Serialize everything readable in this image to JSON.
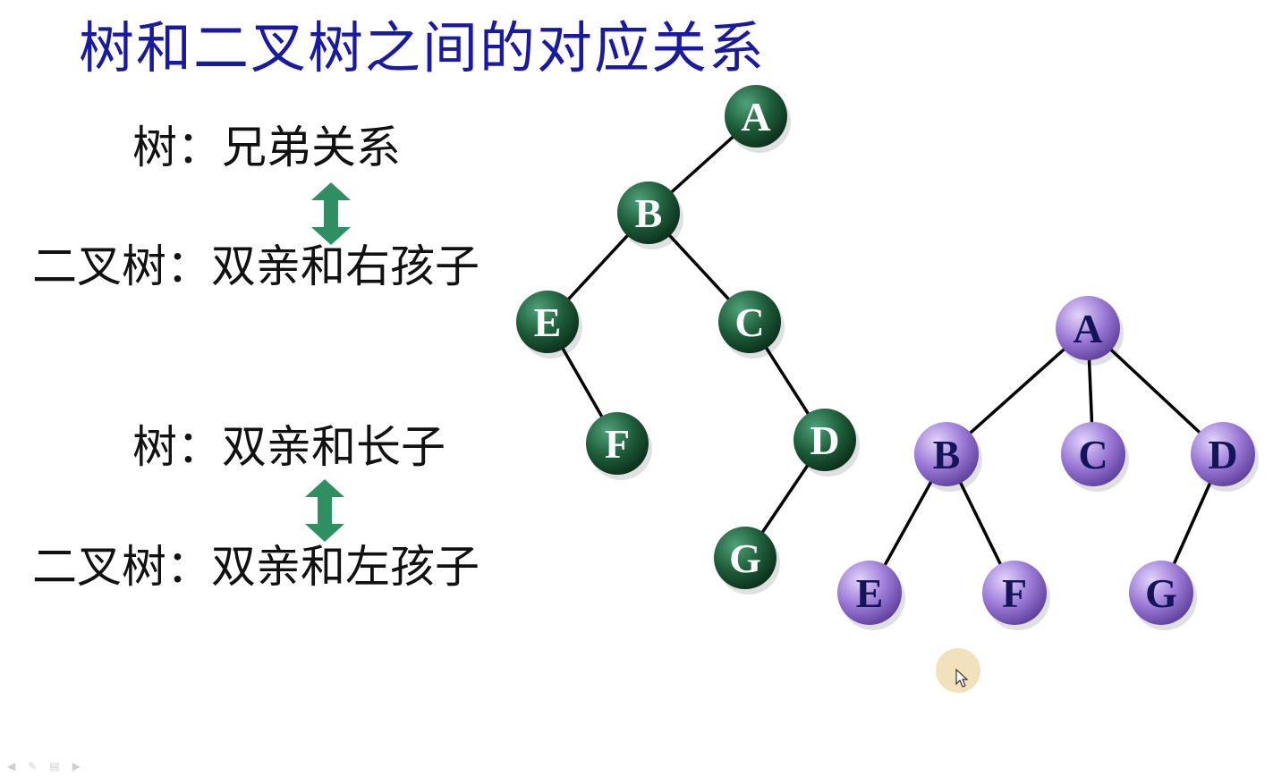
{
  "title": "树和二叉树之间的对应关系",
  "relations": [
    {
      "top": "树：兄弟关系",
      "bottom": "二叉树：双亲和右孩子"
    },
    {
      "top": "树：双亲和长子",
      "bottom": "二叉树：双亲和左孩子"
    }
  ],
  "binary_tree": {
    "color": "#1e5c3a",
    "label_color": "#ffffff",
    "nodes": [
      "A",
      "B",
      "E",
      "C",
      "F",
      "D",
      "G"
    ],
    "edges": [
      [
        "A",
        "B"
      ],
      [
        "B",
        "E"
      ],
      [
        "B",
        "C"
      ],
      [
        "E",
        "F"
      ],
      [
        "C",
        "D"
      ],
      [
        "D",
        "G"
      ]
    ]
  },
  "general_tree": {
    "color": "#9b7ad6",
    "label_color": "#14145a",
    "nodes": [
      "A",
      "B",
      "C",
      "D",
      "E",
      "F",
      "G"
    ],
    "edges": [
      [
        "A",
        "B"
      ],
      [
        "A",
        "C"
      ],
      [
        "A",
        "D"
      ],
      [
        "B",
        "E"
      ],
      [
        "B",
        "F"
      ],
      [
        "D",
        "G"
      ]
    ]
  },
  "arrow_color": "#2e8f62"
}
